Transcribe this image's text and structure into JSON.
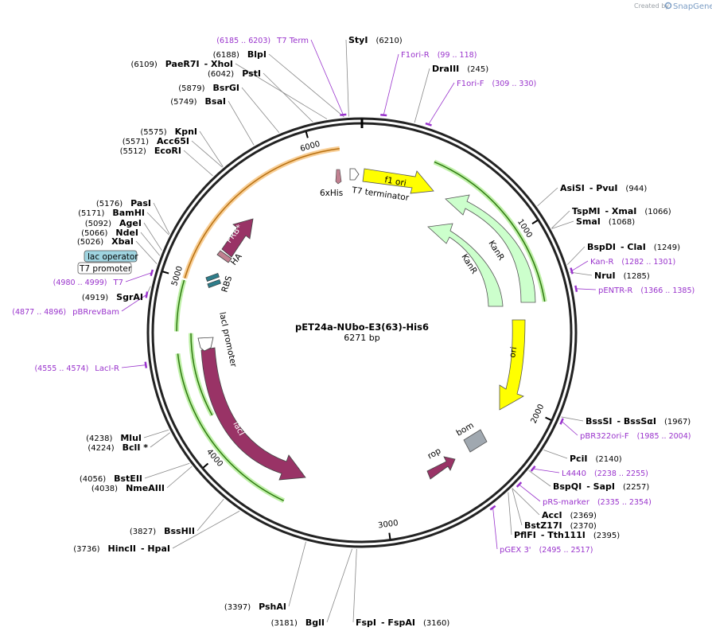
{
  "header": {
    "created_by": "Created by",
    "brand": "SnapGene",
    "brand_icon": "snapgene-logo-icon"
  },
  "plasmid": {
    "name": "pET24a-NUbo-E3(63)-His6",
    "length_label": "6271 bp",
    "length": 6271
  },
  "ticks": [
    "1000",
    "2000",
    "3000",
    "4000",
    "5000",
    "6000"
  ],
  "enzymes": [
    {
      "name": "StyI",
      "pos": "(6210)"
    },
    {
      "name": "DraIII",
      "pos": "(245)"
    },
    {
      "name": "BlpI",
      "pos": "(6188)"
    },
    {
      "name": "PaeR7I",
      "extra": "- XhoI",
      "pos": "(6109)"
    },
    {
      "name": "PstI",
      "pos": "(6042)"
    },
    {
      "name": "BsrGI",
      "pos": "(5879)"
    },
    {
      "name": "BsaI",
      "pos": "(5749)"
    },
    {
      "name": "KpnI",
      "pos": "(5575)"
    },
    {
      "name": "Acc65I",
      "pos": "(5571)"
    },
    {
      "name": "EcoRI",
      "pos": "(5512)"
    },
    {
      "name": "PasI",
      "pos": "(5176)"
    },
    {
      "name": "BamHI",
      "pos": "(5171)"
    },
    {
      "name": "AgeI",
      "pos": "(5092)"
    },
    {
      "name": "NdeI",
      "pos": "(5066)"
    },
    {
      "name": "XbaI",
      "pos": "(5026)"
    },
    {
      "name": "SgrAI",
      "pos": "(4919)"
    },
    {
      "name": "AsiSI",
      "extra": "- PvuI",
      "pos": "(944)"
    },
    {
      "name": "TspMI",
      "extra": "- XmaI",
      "pos": "(1066)"
    },
    {
      "name": "SmaI",
      "pos": "(1068)"
    },
    {
      "name": "BspDI",
      "extra": "- ClaI",
      "pos": "(1249)"
    },
    {
      "name": "NruI",
      "pos": "(1285)"
    },
    {
      "name": "BssSI",
      "extra": "- BssSαI",
      "pos": "(1967)"
    },
    {
      "name": "PciI",
      "pos": "(2140)"
    },
    {
      "name": "BspQI",
      "extra": "- SapI",
      "pos": "(2257)"
    },
    {
      "name": "AccI",
      "pos": "(2369)"
    },
    {
      "name": "BstZ17I",
      "pos": "(2370)"
    },
    {
      "name": "PflFI",
      "extra": "- Tth111I",
      "pos": "(2395)"
    },
    {
      "name": "MluI",
      "pos": "(4238)"
    },
    {
      "name": "BclI *",
      "pos": "(4224)"
    },
    {
      "name": "BstEII",
      "pos": "(4056)"
    },
    {
      "name": "NmeAIII",
      "pos": "(4038)"
    },
    {
      "name": "BssHII",
      "pos": "(3827)"
    },
    {
      "name": "HincII",
      "extra": "- HpaI",
      "pos": "(3736)"
    },
    {
      "name": "PshAI",
      "pos": "(3397)"
    },
    {
      "name": "BglI",
      "pos": "(3181)"
    },
    {
      "name": "FspI",
      "extra": "- FspAI",
      "pos": "(3160)"
    }
  ],
  "primers": [
    {
      "name": "T7 Term",
      "range": "(6185 .. 6203)"
    },
    {
      "name": "F1ori-R",
      "range": "(99 .. 118)"
    },
    {
      "name": "F1ori-F",
      "range": "(309 .. 330)"
    },
    {
      "name": "Kan-R",
      "range": "(1282 .. 1301)"
    },
    {
      "name": "pENTR-R",
      "range": "(1366 .. 1385)"
    },
    {
      "name": "pBR322ori-F",
      "range": "(1985 .. 2004)"
    },
    {
      "name": "L4440",
      "range": "(2238 .. 2255)"
    },
    {
      "name": "pRS-marker",
      "range": "(2335 .. 2354)"
    },
    {
      "name": "pGEX 3'",
      "range": "(2495 .. 2517)"
    },
    {
      "name": "T7",
      "range": "(4980 .. 4999)"
    },
    {
      "name": "pBRrevBam",
      "range": "(4877 .. 4896)"
    },
    {
      "name": "LacI-R",
      "range": "(4555 .. 4574)"
    }
  ],
  "boxed_labels": {
    "lac_operator": "lac operator",
    "t7_promoter": "T7 promoter"
  },
  "features": {
    "f1ori": "f1 ori",
    "kanr": "KanR",
    "ori": "ori",
    "bom": "bom",
    "rop": "rop",
    "laci": "lacI",
    "laci_promoter": "lacI promoter",
    "frb": "FRB*",
    "ha": "HA",
    "rbs": "RBS",
    "his6": "6xHis",
    "t7_terminator": "T7 terminator"
  },
  "colors": {
    "backbone": "#222222",
    "primer": "#9933cc",
    "f1ori": "#ffff00",
    "kanr": "#ccffcc",
    "ori": "#ffff00",
    "laci": "#993366",
    "bom": "#a0a8b0",
    "frb": "#993366",
    "lac_operator": "#9fd4e0",
    "arc_green": "#66cc44",
    "arc_orange": "#e8a050"
  }
}
